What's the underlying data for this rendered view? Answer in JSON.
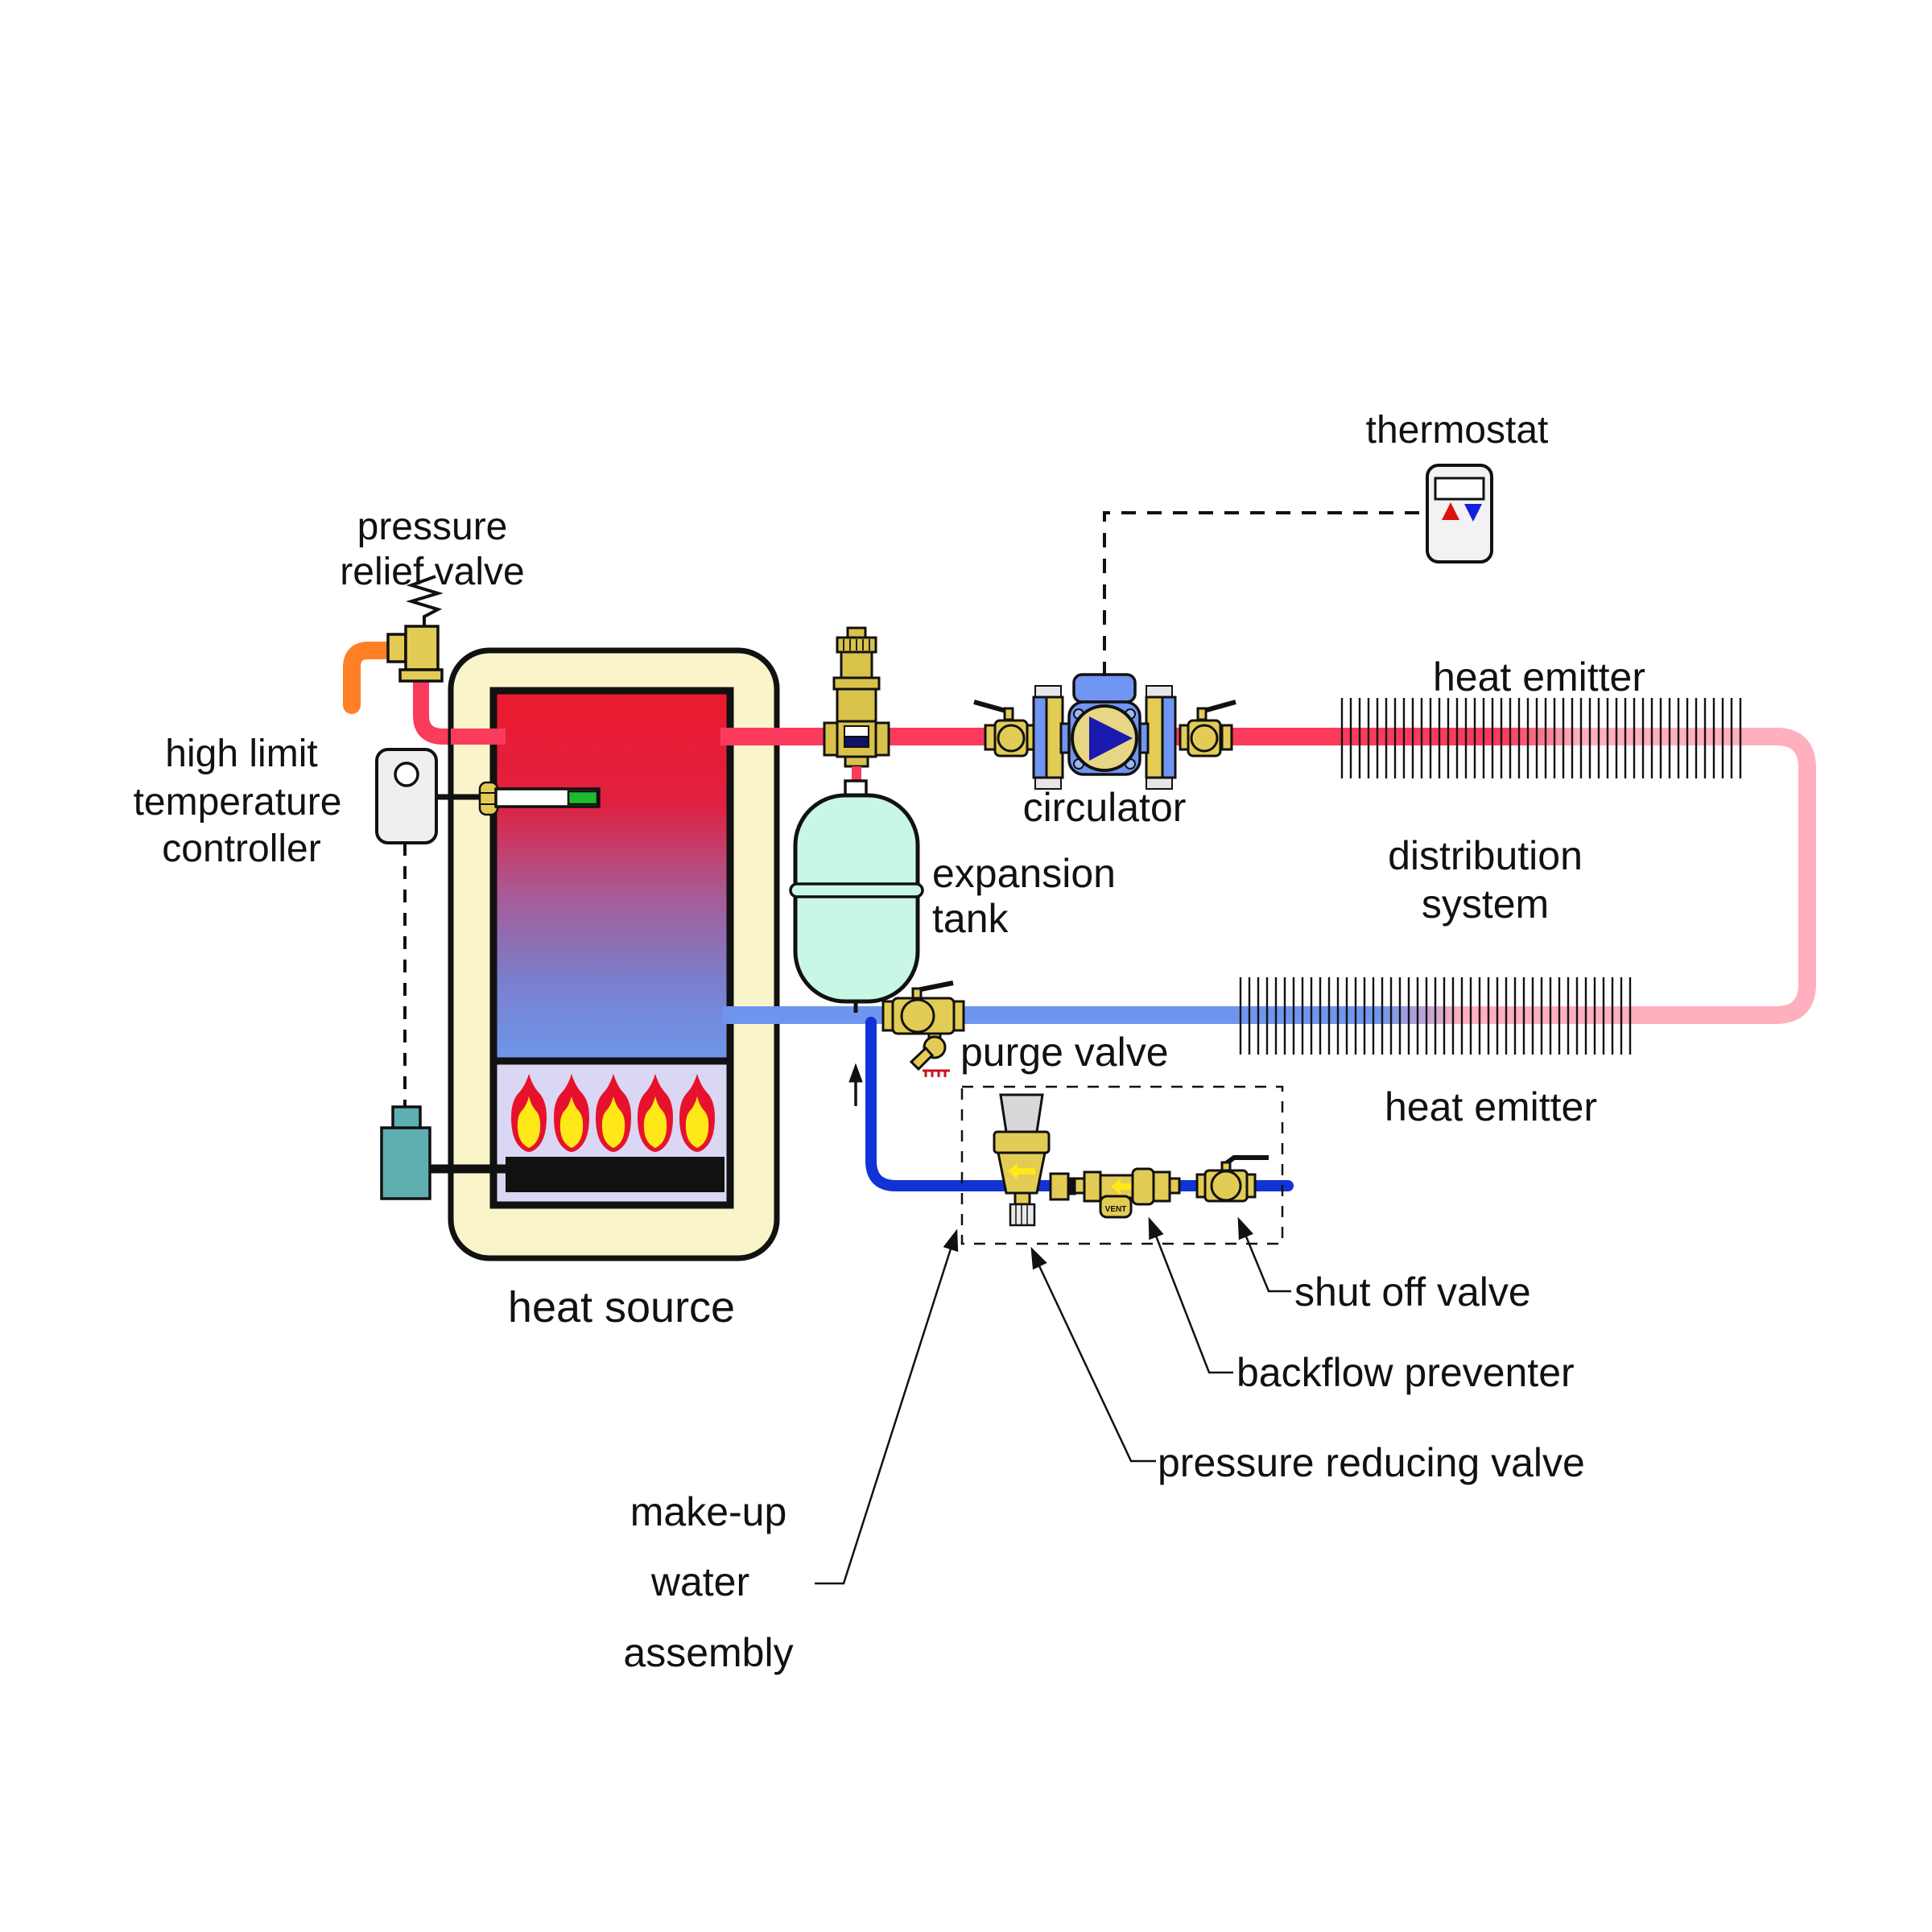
{
  "diagram": {
    "title": "hydronic heating system schematic",
    "labels": {
      "thermostat": "thermostat",
      "pressure_relief_valve": [
        "pressure",
        "relief valve"
      ],
      "high_limit_controller": [
        "high limit",
        "temperature",
        "controller"
      ],
      "heat_source": "heat source",
      "expansion_tank": [
        "expansion",
        "tank"
      ],
      "circulator": "circulator",
      "heat_emitter_top": "heat emitter",
      "distribution_system": [
        "distribution",
        "system"
      ],
      "heat_emitter_bottom": "heat emitter",
      "purge_valve": "purge valve",
      "shut_off_valve": "shut off valve",
      "backflow_preventer": "backflow preventer",
      "pressure_reducing_valve": "pressure reducing valve",
      "make_up_water_assembly": [
        "make-up",
        "water",
        "assembly"
      ],
      "vent_port": "VENT"
    },
    "colors": {
      "supply_hot": "#FB3B5C",
      "supply_cooled": "#FFAFBE",
      "return_cool": "#7095EE",
      "makeup_water": "#1133D6",
      "relief_discharge": "#FF7F27",
      "brass": "#E2CC55",
      "pump_blue": "#7095F2",
      "impeller_navy": "#1A1AAE",
      "tank_hot_red": "#EC1B2E",
      "tank_cool_blue": "#6D97EC",
      "insulation_cream": "#FAF4CB",
      "combustion_lavender": "#D9D7F3",
      "flame_red": "#E8112D",
      "flame_yellow": "#FFE818",
      "expansion_tank_mint": "#C9F7E6",
      "gas_valve_teal": "#5FAFB0",
      "thermostat_up": "#DD1111",
      "thermostat_down": "#1122DD"
    },
    "burner_flame_count": 5
  }
}
